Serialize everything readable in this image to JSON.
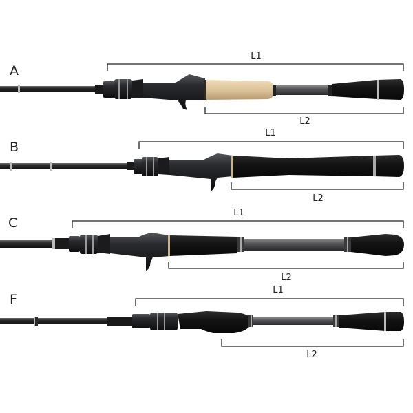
{
  "figure": {
    "description": "Fishing rod handle dimension diagram",
    "rods": [
      {
        "id": "A",
        "type": "casting",
        "grip": "cork fore grip + EVA rear grip",
        "l1_label": "L1",
        "l2_label": "L2"
      },
      {
        "id": "B",
        "type": "casting",
        "grip": "full EVA grip",
        "l1_label": "L1",
        "l2_label": "L2"
      },
      {
        "id": "C",
        "type": "casting",
        "grip": "split EVA grip",
        "l1_label": "L1",
        "l2_label": "L2"
      },
      {
        "id": "F",
        "type": "spinning-style",
        "grip": "split EVA grip",
        "l1_label": "L1",
        "l2_label": "L2"
      }
    ],
    "colors": {
      "rod_blank": "#2a2a2c",
      "reel_seat": "#1e1e20",
      "eva": "#141414",
      "cork": "#dcc39a",
      "carbon_tube": "#5a5a5c",
      "trim": "#c8c8c8",
      "bracket_line": "#222222"
    }
  }
}
